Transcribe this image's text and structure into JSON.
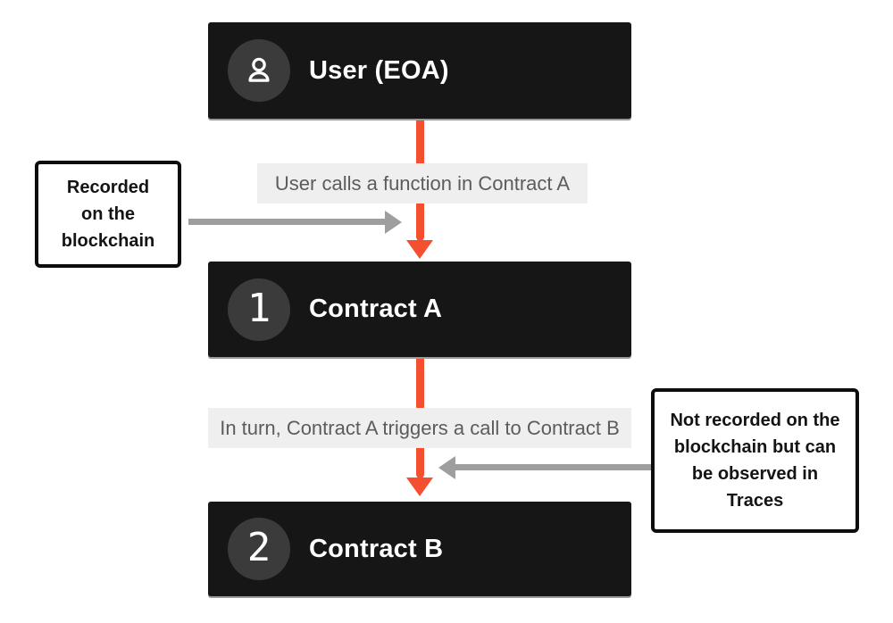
{
  "nodes": [
    {
      "label": "User (EOA)",
      "icon": "user-icon"
    },
    {
      "label": "Contract A",
      "badge": "1"
    },
    {
      "label": "Contract B",
      "badge": "2"
    }
  ],
  "edges": [
    {
      "label": "User calls a function in Contract A"
    },
    {
      "label": "In turn, Contract A triggers a call to Contract B"
    }
  ],
  "annotations": [
    {
      "side": "left",
      "text": "Recorded on the blockchain",
      "lines": [
        "Recorded",
        "on the",
        "blockchain"
      ]
    },
    {
      "side": "right",
      "text": "Not recorded on the blockchain but can be observed in Traces",
      "lines": [
        "Not recorded on the",
        "blockchain but can",
        "be observed in",
        "Traces"
      ]
    }
  ],
  "colors": {
    "node_bg": "#161616",
    "badge_bg": "#3b3b3b",
    "node_text": "#ffffff",
    "edge_label_bg": "#efefef",
    "edge_label_text": "#5c5c5c",
    "flow_arrow": "#f4502f",
    "pointer_arrow": "#9e9e9e",
    "annotation_border": "#0d0d0d",
    "annotation_text": "#141414"
  }
}
